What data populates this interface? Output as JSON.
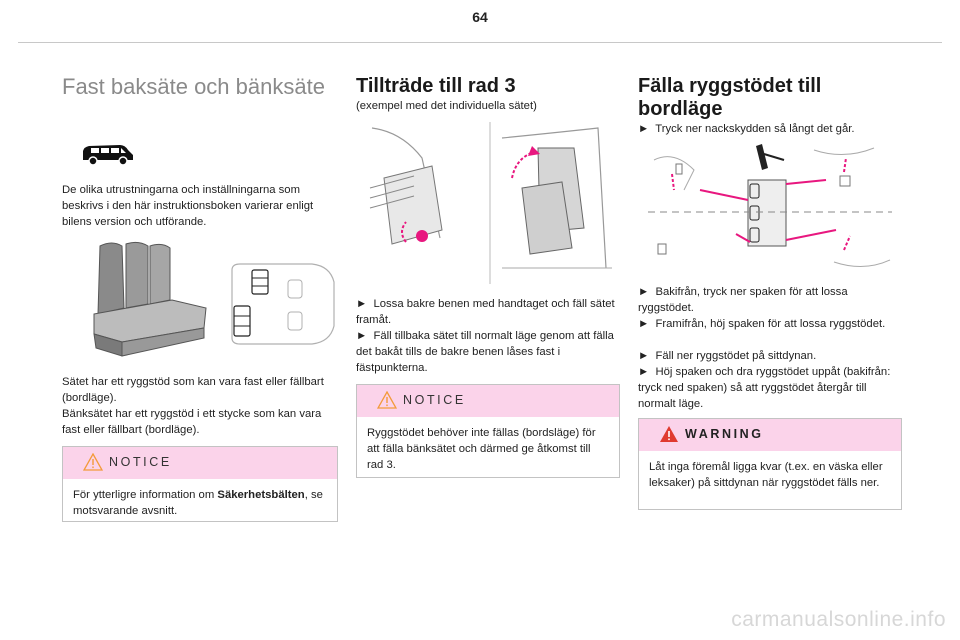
{
  "page_number": "64",
  "col1": {
    "title": "Fast baksäte och bänksäte",
    "intro": "De olika utrustningarna och inställningarna som beskrivs i den här instruktionsboken varierar enligt bilens version och utförande.",
    "body": "Sätet har ett ryggstöd som kan vara fast eller fällbart (bordläge).\nBänksätet har ett ryggstöd i ett stycke som kan vara fast eller fällbart (bordläge).",
    "notice": {
      "label": "NOTICE",
      "text_before": "För ytterligre information om ",
      "text_bold": "Säkerhetsbälten",
      "text_after": ", se motsvarande avsnitt."
    }
  },
  "col2": {
    "title": "Tillträde till rad 3",
    "subtitle": "(exempel med det individuella sätet)",
    "steps": [
      "Lossa bakre benen med handtaget och fäll sätet framåt.",
      "Fäll tillbaka sätet till normalt läge genom att fälla det bakåt tills de bakre benen låses fast i fästpunkterna."
    ],
    "notice": {
      "label": "NOTICE",
      "text": "Ryggstödet behöver inte fällas (bordsläge) för att fälla bänksätet och därmed ge åtkomst till rad 3."
    }
  },
  "col3": {
    "title": "Fälla ryggstödet till bordläge",
    "step_top": "Tryck ner nackskydden så långt det går.",
    "steps": [
      "Bakifrån, tryck ner spaken för att lossa ryggstödet.",
      "Framifrån, höj spaken för att lossa ryggstödet.",
      "Fäll ner ryggstödet på sittdynan.",
      "Höj spaken och dra ryggstödet uppåt (bakifrån: tryck ned spaken) så att ryggstödet återgår till normalt läge."
    ],
    "warning": {
      "label": "WARNING",
      "text": "Låt inga föremål ligga kvar (t.ex. en väska eller leksaker) på sittdynan när ryggstödet fälls ner."
    }
  },
  "bullet_symbol": "►",
  "watermark": "carmanualsonline.info",
  "colors": {
    "accent_pink": "#e8177f",
    "box_header": "#fbd3ea",
    "warning_red": "#e03a2f",
    "notice_orange": "#f39a3a"
  }
}
